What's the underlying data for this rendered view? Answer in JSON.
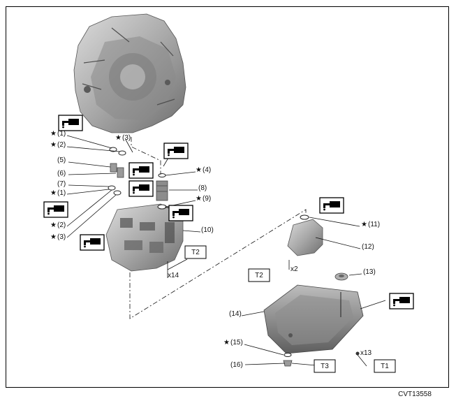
{
  "diagram_code": "CVT13558",
  "parts": [
    {
      "num": "(1)",
      "star": true
    },
    {
      "num": "(2)",
      "star": true
    },
    {
      "num": "(3)",
      "star": true
    },
    {
      "num": "(4)",
      "star": true
    },
    {
      "num": "(5)",
      "star": false
    },
    {
      "num": "(6)",
      "star": false
    },
    {
      "num": "(7)",
      "star": false
    },
    {
      "num": "(1)",
      "star": true
    },
    {
      "num": "(8)",
      "star": false
    },
    {
      "num": "(9)",
      "star": true
    },
    {
      "num": "(2)",
      "star": true
    },
    {
      "num": "(10)",
      "star": false
    },
    {
      "num": "(3)",
      "star": true
    },
    {
      "num": "(11)",
      "star": true
    },
    {
      "num": "(12)",
      "star": false
    },
    {
      "num": "(13)",
      "star": false
    },
    {
      "num": "(14)",
      "star": false
    },
    {
      "num": "(15)",
      "star": true
    },
    {
      "num": "(16)",
      "star": false
    }
  ],
  "torque_labels": {
    "t1": "T1",
    "t2_top": "T2",
    "t2_side": "T2",
    "t3": "T3"
  },
  "quantities": {
    "valve_bolts": "x14",
    "strainer_bolts": "x2",
    "pan_bolts": "x13"
  },
  "star_glyph": "★",
  "colors": {
    "line": "#111111",
    "part_fill": "#9a9a9a",
    "part_dark": "#5c5c5c",
    "part_light": "#cfcfcf"
  }
}
